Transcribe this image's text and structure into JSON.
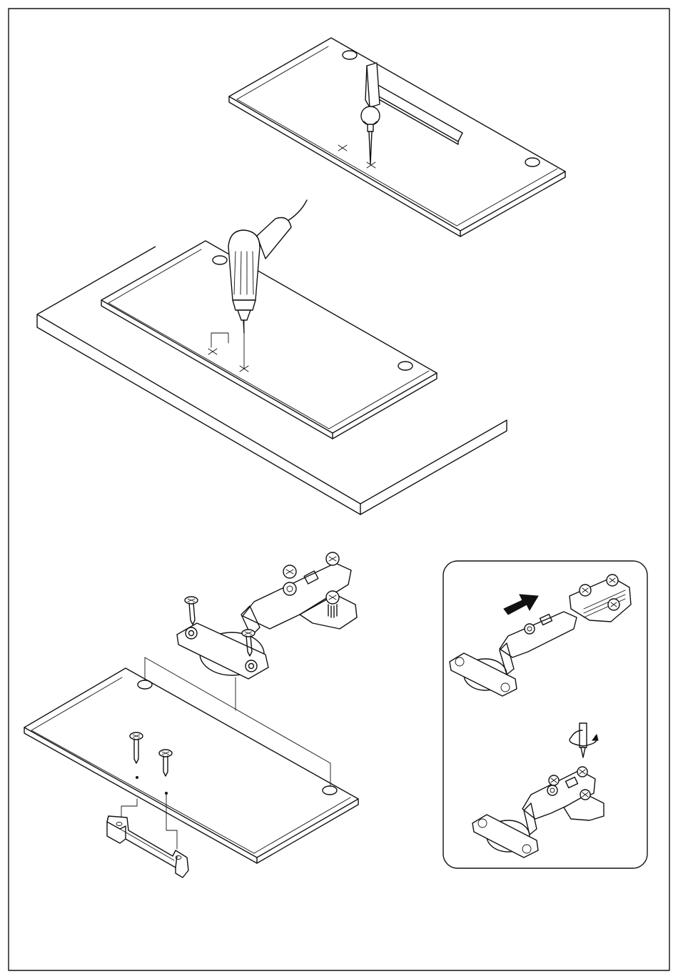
{
  "diagram": {
    "steps": [
      {
        "id": "mark-holes"
      },
      {
        "id": "drill-holes"
      },
      {
        "id": "mount-hinge-and-handle"
      }
    ],
    "detail_inset": [
      {
        "id": "slide-hinge-onto-plate"
      },
      {
        "id": "tighten-screw"
      }
    ],
    "icons": [
      "hammer-icon",
      "awl-icon",
      "drill-icon",
      "hinge-icon",
      "screw-icon",
      "screwdriver-icon",
      "handle-icon",
      "arrow-icon",
      "rotation-icon"
    ]
  }
}
